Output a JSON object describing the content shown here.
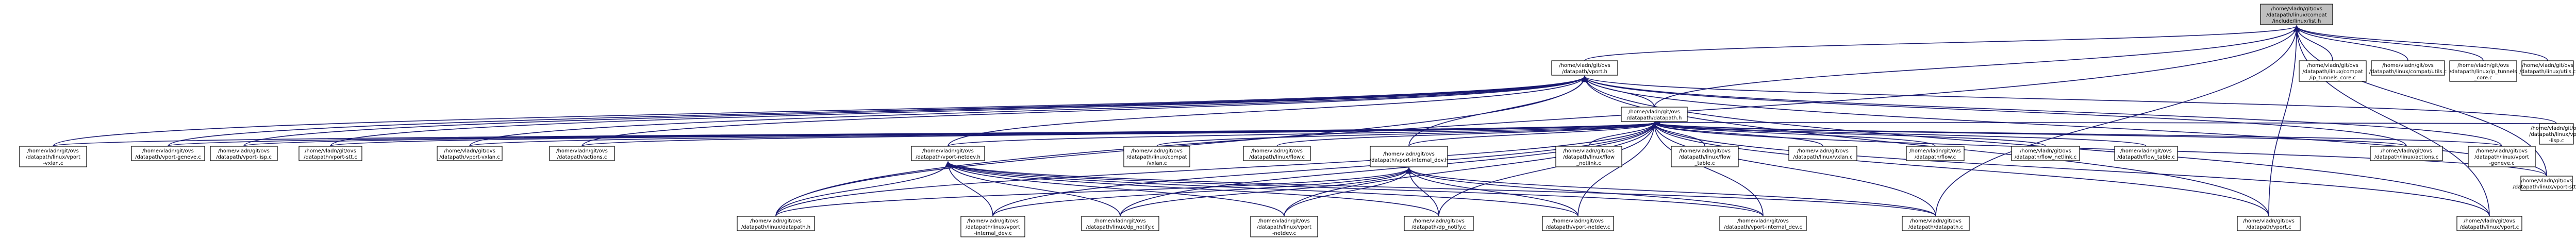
{
  "colors": {
    "node_fill": "#ffffff",
    "root_fill": "#bfbfbf",
    "node_border": "#000000",
    "edge": "#191970",
    "background": "#ffffff"
  },
  "nodes": [
    {
      "id": "compat_font",
      "lines": [
        "/home/vladn/git/ovs",
        "/datapath/linux/compat",
        "/include/linux/list.h"
      ],
      "root": true
    },
    {
      "id": "vport_h",
      "lines": [
        "/home/vladn/git/ovs",
        "/datapath/vport.h"
      ]
    },
    {
      "id": "compat_udp_tunnels",
      "lines": [
        "/home/vladn/git/ovs",
        "/datapath/linux/compat",
        "/ip_tunnels_core.c"
      ]
    },
    {
      "id": "compat_utils",
      "lines": [
        "/home/vladn/git/ovs",
        "/datapath/linux/compat/utils.c"
      ]
    },
    {
      "id": "compat_ip_tunnels",
      "lines": [
        "/home/vladn/git/ovs",
        "/datapath/linux/ip_tunnels",
        "_core.c"
      ]
    },
    {
      "id": "linux_utils",
      "lines": [
        "/home/vladn/git/ovs",
        "/datapath/linux/utils.c"
      ]
    },
    {
      "id": "datapath_h",
      "lines": [
        "/home/vladn/git/ovs",
        "/datapath/datapath.h"
      ]
    },
    {
      "id": "l_vport_vxlan",
      "lines": [
        "/home/vladn/git/ovs",
        "/datapath/linux/vport",
        "-vxlan.c"
      ]
    },
    {
      "id": "vport_geneve_c",
      "lines": [
        "/home/vladn/git/ovs",
        "/datapath/vport-geneve.c"
      ]
    },
    {
      "id": "vport_lisp_c",
      "lines": [
        "/home/vladn/git/ovs",
        "/datapath/vport-lisp.c"
      ]
    },
    {
      "id": "vport_stt_c",
      "lines": [
        "/home/vladn/git/ovs",
        "/datapath/vport-stt.c"
      ]
    },
    {
      "id": "vport_vxlan_c",
      "lines": [
        "/home/vladn/git/ovs",
        "/datapath/vport-vxlan.c"
      ]
    },
    {
      "id": "actions_c",
      "lines": [
        "/home/vladn/git/ovs",
        "/datapath/actions.c"
      ]
    },
    {
      "id": "vport_netdev_h",
      "lines": [
        "/home/vladn/git/ovs",
        "/datapath/vport-netdev.h"
      ]
    },
    {
      "id": "compat_vxlan",
      "lines": [
        "/home/vladn/git/ovs",
        "/datapath/linux/compat",
        "/vxlan.c"
      ]
    },
    {
      "id": "l_flow_c",
      "lines": [
        "/home/vladn/git/ovs",
        "/datapath/linux/flow.c"
      ]
    },
    {
      "id": "vport_internal_dev_h",
      "lines": [
        "/home/vladn/git/ovs",
        "/datapath/vport-internal_dev.h"
      ]
    },
    {
      "id": "l_flow_netlink",
      "lines": [
        "/home/vladn/git/ovs",
        "/datapath/linux/flow",
        "_netlink.c"
      ]
    },
    {
      "id": "l_flow_table",
      "lines": [
        "/home/vladn/git/ovs",
        "/datapath/linux/flow",
        "_table.c"
      ]
    },
    {
      "id": "l_vxlan_c",
      "lines": [
        "/home/vladn/git/ovs",
        "/datapath/linux/vxlan.c"
      ]
    },
    {
      "id": "flow_c",
      "lines": [
        "/home/vladn/git/ovs",
        "/datapath/flow.c"
      ]
    },
    {
      "id": "flow_netlink_c",
      "lines": [
        "/home/vladn/git/ovs",
        "/datapath/flow_netlink.c"
      ]
    },
    {
      "id": "flow_table_c",
      "lines": [
        "/home/vladn/git/ovs",
        "/datapath/flow_table.c"
      ]
    },
    {
      "id": "l_actions_c",
      "lines": [
        "/home/vladn/git/ovs",
        "/datapath/linux/actions.c"
      ]
    },
    {
      "id": "l_vport_geneve",
      "lines": [
        "/home/vladn/git/ovs",
        "/datapath/linux/vport",
        "-geneve.c"
      ]
    },
    {
      "id": "l_vport_lisp",
      "lines": [
        "/home/vladn/git/ovs",
        "/datapath/linux/vport",
        "-lisp.c"
      ]
    },
    {
      "id": "l_vport_stt",
      "lines": [
        "/home/vladn/git/ovs",
        "/datapath/linux/vport-stt.c"
      ]
    },
    {
      "id": "l_datapath_h",
      "lines": [
        "/home/vladn/git/ovs",
        "/datapath/linux/datapath.h"
      ]
    },
    {
      "id": "l_vport_internal_dev",
      "lines": [
        "/home/vladn/git/ovs",
        "/datapath/linux/vport",
        "-internal_dev.c"
      ]
    },
    {
      "id": "l_dp_notify",
      "lines": [
        "/home/vladn/git/ovs",
        "/datapath/linux/dp_notify.c"
      ]
    },
    {
      "id": "l_vport_netdev",
      "lines": [
        "/home/vladn/git/ovs",
        "/datapath/linux/vport",
        "-netdev.c"
      ]
    },
    {
      "id": "dp_notify_c",
      "lines": [
        "/home/vladn/git/ovs",
        "/datapath/dp_notify.c"
      ]
    },
    {
      "id": "vport_netdev_c",
      "lines": [
        "/home/vladn/git/ovs",
        "/datapath/vport-netdev.c"
      ]
    },
    {
      "id": "vport_internal_dev_c",
      "lines": [
        "/home/vladn/git/ovs",
        "/datapath/vport-internal_dev.c"
      ]
    },
    {
      "id": "datapath_c",
      "lines": [
        "/home/vladn/git/ovs",
        "/datapath/datapath.c"
      ]
    },
    {
      "id": "vport_c",
      "lines": [
        "/home/vladn/git/ovs",
        "/datapath/vport.c"
      ]
    },
    {
      "id": "l_vport_c",
      "lines": [
        "/home/vladn/git/ovs",
        "/datapath/linux/vport.c"
      ]
    }
  ],
  "edges": [
    [
      "vport_h",
      "compat_font"
    ],
    [
      "compat_udp_tunnels",
      "compat_font"
    ],
    [
      "compat_utils",
      "compat_font"
    ],
    [
      "compat_ip_tunnels",
      "compat_font"
    ],
    [
      "linux_utils",
      "compat_font"
    ],
    [
      "datapath_h",
      "compat_font"
    ],
    [
      "l_datapath_h",
      "compat_font"
    ],
    [
      "vport_c",
      "compat_font"
    ],
    [
      "l_vport_c",
      "compat_font"
    ],
    [
      "datapath_c",
      "compat_font"
    ],
    [
      "l_vport_stt",
      "compat_font"
    ],
    [
      "datapath_h",
      "vport_h"
    ],
    [
      "l_vport_vxlan",
      "vport_h"
    ],
    [
      "vport_geneve_c",
      "vport_h"
    ],
    [
      "vport_lisp_c",
      "vport_h"
    ],
    [
      "vport_stt_c",
      "vport_h"
    ],
    [
      "vport_vxlan_c",
      "vport_h"
    ],
    [
      "actions_c",
      "vport_h"
    ],
    [
      "vport_netdev_h",
      "vport_h"
    ],
    [
      "vport_internal_dev_h",
      "vport_h"
    ],
    [
      "l_actions_c",
      "vport_h"
    ],
    [
      "l_vport_geneve",
      "vport_h"
    ],
    [
      "l_vport_lisp",
      "vport_h"
    ],
    [
      "l_vport_stt",
      "vport_h"
    ],
    [
      "l_datapath_h",
      "vport_h"
    ],
    [
      "vport_c",
      "vport_h"
    ],
    [
      "l_vport_c",
      "vport_h"
    ],
    [
      "l_vport_vxlan",
      "datapath_h"
    ],
    [
      "vport_geneve_c",
      "datapath_h"
    ],
    [
      "vport_lisp_c",
      "datapath_h"
    ],
    [
      "vport_stt_c",
      "datapath_h"
    ],
    [
      "vport_vxlan_c",
      "datapath_h"
    ],
    [
      "actions_c",
      "datapath_h"
    ],
    [
      "vport_netdev_h",
      "datapath_h"
    ],
    [
      "compat_vxlan",
      "datapath_h"
    ],
    [
      "l_flow_c",
      "datapath_h"
    ],
    [
      "vport_internal_dev_h",
      "datapath_h"
    ],
    [
      "l_flow_netlink",
      "datapath_h"
    ],
    [
      "l_flow_table",
      "datapath_h"
    ],
    [
      "l_vxlan_c",
      "datapath_h"
    ],
    [
      "flow_c",
      "datapath_h"
    ],
    [
      "flow_netlink_c",
      "datapath_h"
    ],
    [
      "flow_table_c",
      "datapath_h"
    ],
    [
      "l_actions_c",
      "datapath_h"
    ],
    [
      "l_vport_geneve",
      "datapath_h"
    ],
    [
      "l_vport_lisp",
      "datapath_h"
    ],
    [
      "l_vport_stt",
      "datapath_h"
    ],
    [
      "l_datapath_h",
      "datapath_h"
    ],
    [
      "l_vport_internal_dev",
      "datapath_h"
    ],
    [
      "l_dp_notify",
      "datapath_h"
    ],
    [
      "l_vport_netdev",
      "datapath_h"
    ],
    [
      "dp_notify_c",
      "datapath_h"
    ],
    [
      "vport_netdev_c",
      "datapath_h"
    ],
    [
      "vport_internal_dev_c",
      "datapath_h"
    ],
    [
      "datapath_c",
      "datapath_h"
    ],
    [
      "vport_c",
      "datapath_h"
    ],
    [
      "l_vport_c",
      "datapath_h"
    ],
    [
      "l_datapath_h",
      "vport_netdev_h"
    ],
    [
      "l_vport_internal_dev",
      "vport_netdev_h"
    ],
    [
      "l_dp_notify",
      "vport_netdev_h"
    ],
    [
      "l_vport_netdev",
      "vport_netdev_h"
    ],
    [
      "dp_notify_c",
      "vport_netdev_h"
    ],
    [
      "vport_netdev_c",
      "vport_netdev_h"
    ],
    [
      "vport_internal_dev_c",
      "vport_netdev_h"
    ],
    [
      "datapath_c",
      "vport_netdev_h"
    ],
    [
      "l_datapath_h",
      "vport_internal_dev_h"
    ],
    [
      "l_vport_internal_dev",
      "vport_internal_dev_h"
    ],
    [
      "l_dp_notify",
      "vport_internal_dev_h"
    ],
    [
      "l_vport_netdev",
      "vport_internal_dev_h"
    ],
    [
      "dp_notify_c",
      "vport_internal_dev_h"
    ],
    [
      "vport_netdev_c",
      "vport_internal_dev_h"
    ],
    [
      "vport_internal_dev_c",
      "vport_internal_dev_h"
    ],
    [
      "datapath_c",
      "vport_internal_dev_h"
    ]
  ]
}
